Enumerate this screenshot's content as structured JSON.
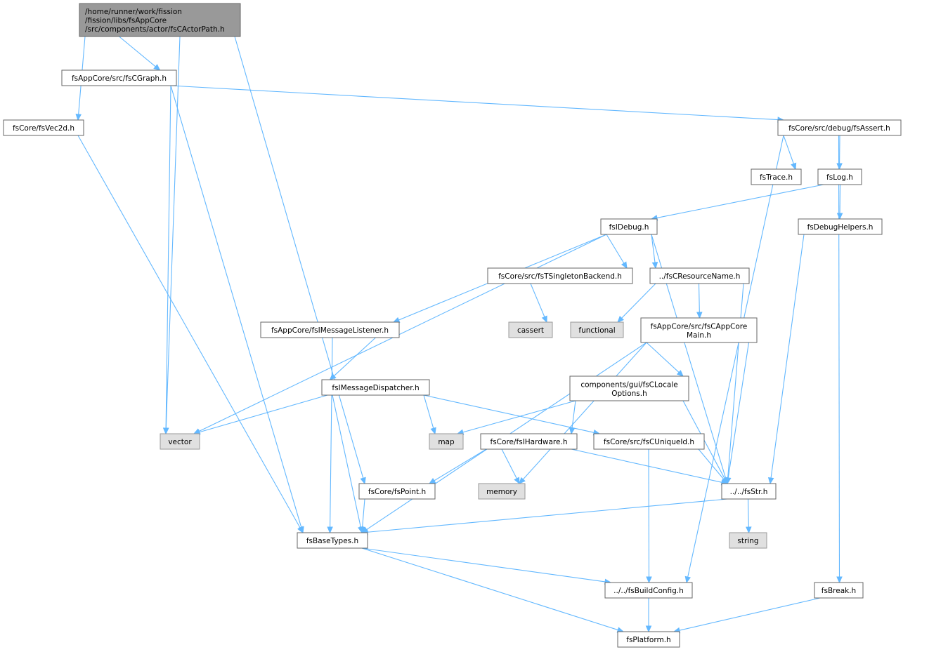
{
  "colors": {
    "edge": "#63b8ff",
    "root_fill": "#999999",
    "node_fill": "#ffffff",
    "system_fill": "#e0e0e0",
    "node_stroke": "#666666"
  },
  "nodes": {
    "root": {
      "lines": [
        "/home/runner/work/fission",
        "/fission/libs/fsAppCore",
        "/src/components/actor/fsCActorPath.h"
      ]
    },
    "fscgraph": {
      "lines": [
        "fsAppCore/src/fsCGraph.h"
      ]
    },
    "fsvec2d": {
      "lines": [
        "fsCore/fsVec2d.h"
      ]
    },
    "fsassert": {
      "lines": [
        "fsCore/src/debug/fsAssert.h"
      ]
    },
    "fstrace": {
      "lines": [
        "fsTrace.h"
      ]
    },
    "fslog": {
      "lines": [
        "fsLog.h"
      ]
    },
    "fsidebug": {
      "lines": [
        "fsIDebug.h"
      ]
    },
    "fsdebughelpers": {
      "lines": [
        "fsDebugHelpers.h"
      ]
    },
    "fstsingleton": {
      "lines": [
        "fsCore/src/fsTSingletonBackend.h"
      ]
    },
    "resourcename": {
      "lines": [
        "../fsCResourceName.h"
      ]
    },
    "messagelistener": {
      "lines": [
        "fsAppCore/fsIMessageListener.h"
      ]
    },
    "cassert": {
      "lines": [
        "cassert"
      ]
    },
    "functional": {
      "lines": [
        "functional"
      ]
    },
    "appcoremain": {
      "lines": [
        "fsAppCore/src/fsCAppCore",
        "Main.h"
      ]
    },
    "messagedispatcher": {
      "lines": [
        "fsIMessageDispatcher.h"
      ]
    },
    "localeoptions": {
      "lines": [
        "components/gui/fsCLocale",
        "Options.h"
      ]
    },
    "vector": {
      "lines": [
        "vector"
      ]
    },
    "map": {
      "lines": [
        "map"
      ]
    },
    "ihardware": {
      "lines": [
        "fsCore/fsIHardware.h"
      ]
    },
    "uniqueid": {
      "lines": [
        "fsCore/src/fsCUniqueId.h"
      ]
    },
    "fspoint": {
      "lines": [
        "fsCore/fsPoint.h"
      ]
    },
    "memory": {
      "lines": [
        "memory"
      ]
    },
    "fsstr": {
      "lines": [
        "../../fsStr.h"
      ]
    },
    "basetypes": {
      "lines": [
        "fsBaseTypes.h"
      ]
    },
    "string": {
      "lines": [
        "string"
      ]
    },
    "buildconfig": {
      "lines": [
        "../../fsBuildConfig.h"
      ]
    },
    "fsbreak": {
      "lines": [
        "fsBreak.h"
      ]
    },
    "fsplatform": {
      "lines": [
        "fsPlatform.h"
      ]
    }
  },
  "edges": [
    [
      "root",
      "fscgraph"
    ],
    [
      "root",
      "fsvec2d"
    ],
    [
      "root",
      "vector"
    ],
    [
      "root",
      "fspoint"
    ],
    [
      "fscgraph",
      "fsassert"
    ],
    [
      "fscgraph",
      "vector"
    ],
    [
      "fscgraph",
      "basetypes"
    ],
    [
      "fsvec2d",
      "basetypes"
    ],
    [
      "fsassert",
      "fstrace"
    ],
    [
      "fsassert",
      "fslog"
    ],
    [
      "fsassert",
      "buildconfig"
    ],
    [
      "fsassert",
      "fsbreak"
    ],
    [
      "fslog",
      "fsidebug"
    ],
    [
      "fslog",
      "fsdebughelpers"
    ],
    [
      "fsdebughelpers",
      "fsstr"
    ],
    [
      "fsidebug",
      "fstsingleton"
    ],
    [
      "fsidebug",
      "resourcename"
    ],
    [
      "fsidebug",
      "messagelistener"
    ],
    [
      "fsidebug",
      "vector"
    ],
    [
      "fsidebug",
      "fsstr"
    ],
    [
      "fstsingleton",
      "cassert"
    ],
    [
      "resourcename",
      "functional"
    ],
    [
      "resourcename",
      "appcoremain"
    ],
    [
      "resourcename",
      "fsstr"
    ],
    [
      "messagelistener",
      "messagedispatcher"
    ],
    [
      "messagelistener",
      "basetypes"
    ],
    [
      "appcoremain",
      "localeoptions"
    ],
    [
      "appcoremain",
      "memory"
    ],
    [
      "appcoremain",
      "fsstr"
    ],
    [
      "appcoremain",
      "basetypes"
    ],
    [
      "messagedispatcher",
      "vector"
    ],
    [
      "messagedispatcher",
      "map"
    ],
    [
      "messagedispatcher",
      "uniqueid"
    ],
    [
      "messagedispatcher",
      "basetypes"
    ],
    [
      "localeoptions",
      "map"
    ],
    [
      "localeoptions",
      "ihardware"
    ],
    [
      "localeoptions",
      "fsstr"
    ],
    [
      "ihardware",
      "fspoint"
    ],
    [
      "ihardware",
      "memory"
    ],
    [
      "ihardware",
      "fsstr"
    ],
    [
      "uniqueid",
      "fsstr"
    ],
    [
      "uniqueid",
      "buildconfig"
    ],
    [
      "fspoint",
      "basetypes"
    ],
    [
      "fsstr",
      "basetypes"
    ],
    [
      "fsstr",
      "string"
    ],
    [
      "basetypes",
      "buildconfig"
    ],
    [
      "basetypes",
      "fsplatform"
    ],
    [
      "buildconfig",
      "fsplatform"
    ],
    [
      "fsbreak",
      "fsplatform"
    ]
  ]
}
